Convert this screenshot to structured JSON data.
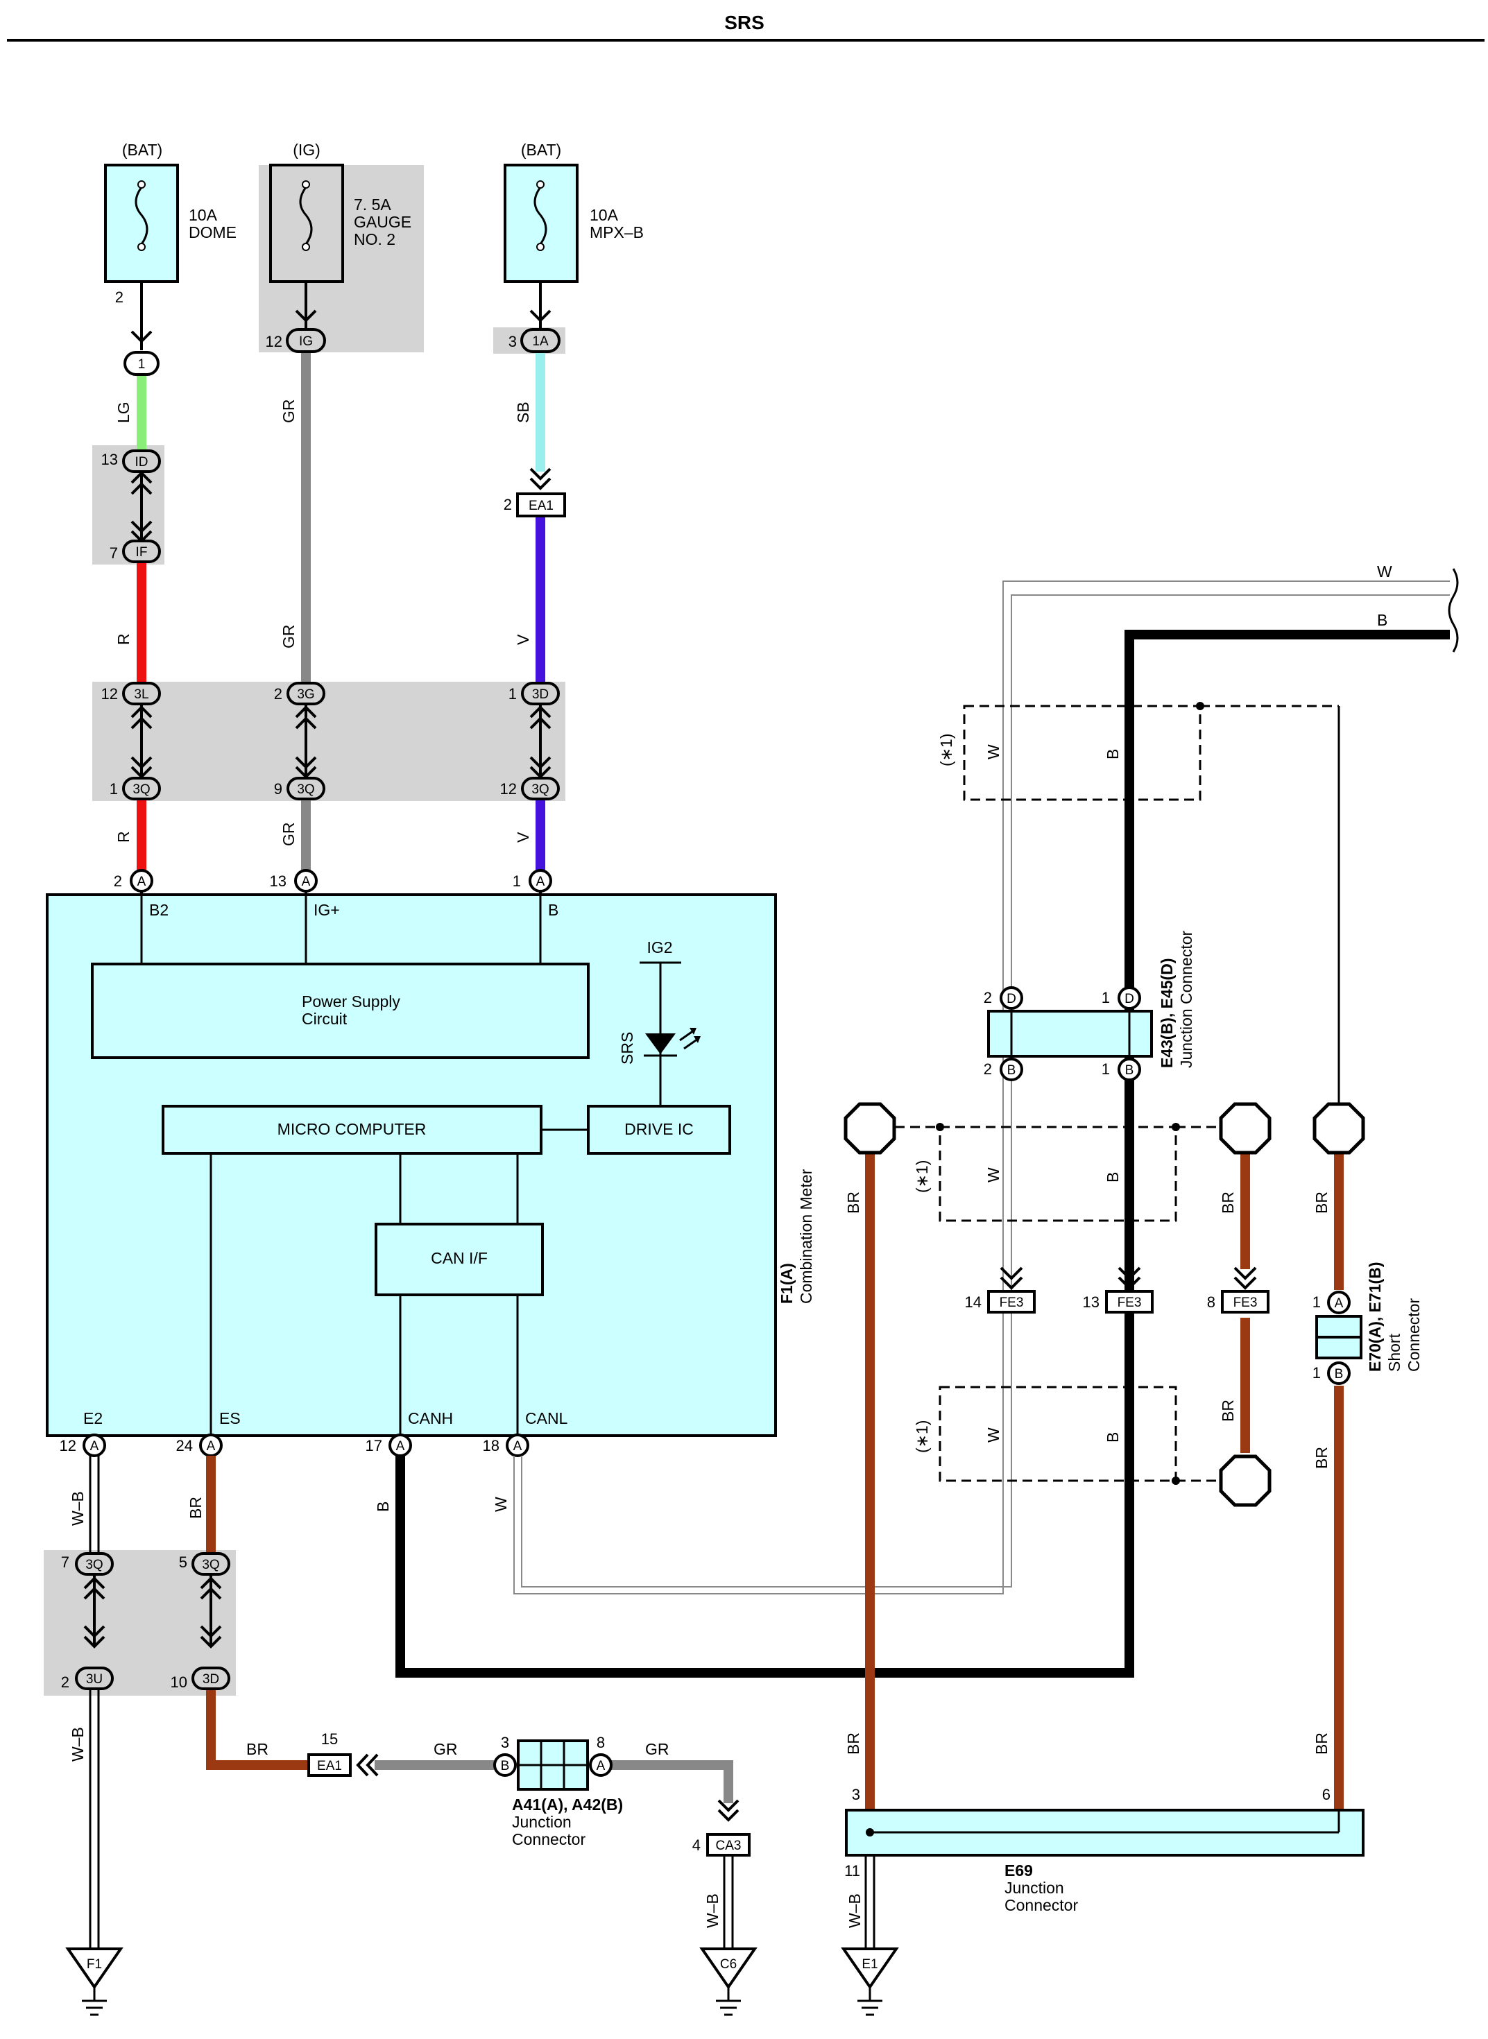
{
  "page": {
    "title": "SRS"
  },
  "fuses": [
    {
      "source": "(BAT)",
      "rating": "10A",
      "name": "DOME",
      "pin": "2"
    },
    {
      "source": "(IG)",
      "rating": "7. 5A",
      "name": "GAUGE",
      "name2": "NO. 2",
      "pin": "12",
      "conn": "IG"
    },
    {
      "source": "(BAT)",
      "rating": "10A",
      "name": "MPX–B",
      "pin": "3",
      "conn": "1A"
    }
  ],
  "connectors": {
    "c1": "1",
    "ID": "ID",
    "IF": "IF",
    "EA1": "EA1",
    "3L": "3L",
    "3G": "3G",
    "3D": "3D",
    "3Q": "3Q",
    "3U": "3U",
    "A": "A",
    "B": "B",
    "D": "D",
    "FE3": "FE3",
    "CA3": "CA3"
  },
  "pins": {
    "id13": "13",
    "if7": "7",
    "ea1_2": "2",
    "p12": "12",
    "p2": "2",
    "p1": "1",
    "q1": "1",
    "q9": "9",
    "q12": "12",
    "a2": "2",
    "a13": "13",
    "a1": "1",
    "a12": "12",
    "a24": "24",
    "a17": "17",
    "a18": "18",
    "q7": "7",
    "q5": "5",
    "u2": "2",
    "d10": "10",
    "ea1_15": "15",
    "j3": "3",
    "j8": "8",
    "ca4": "4",
    "e69_3": "3",
    "e69_6": "6",
    "e69_11": "11",
    "jd2": "2",
    "jd1": "1",
    "jb2": "2",
    "jb1": "1",
    "fe14": "14",
    "fe13": "13",
    "fe8": "8",
    "sa1": "1",
    "sb1": "1"
  },
  "wires": {
    "LG": "LG",
    "GR": "GR",
    "SB": "SB",
    "R": "R",
    "V": "V",
    "WB": "W–B",
    "BR": "BR",
    "B": "B",
    "W": "W"
  },
  "ecu": {
    "terminals": {
      "B2": "B2",
      "IG+": "IG+",
      "B": "B",
      "E2": "E2",
      "ES": "ES",
      "CANH": "CANH",
      "CANL": "CANL"
    },
    "power_supply": "Power Supply",
    "power_supply2": "Circuit",
    "micro": "MICRO COMPUTER",
    "drive": "DRIVE IC",
    "can": "CAN I/F",
    "ig2": "IG2",
    "srs": "SRS",
    "id": "F1(A)",
    "name": "Combination Meter"
  },
  "junctions": {
    "a41": "A41(A), A42(B)",
    "a41_name": "Junction",
    "a41_name2": "Connector",
    "e43": "E43(B), E45(D)",
    "e43_name": "Junction Connector",
    "e70": "E70(A), E71(B)",
    "e70_name": "Short",
    "e70_name2": "Connector",
    "e69": "E69",
    "e69_name": "Junction",
    "e69_name2": "Connector"
  },
  "grounds": {
    "F1": "F1",
    "C6": "C6",
    "E1": "E1"
  },
  "notes": {
    "star1": "(∗1)"
  },
  "colors": {
    "LG": "#88ee77",
    "GR": "#888888",
    "SB": "#99eeee",
    "R": "#ee1111",
    "V": "#4411dd",
    "BR": "#9b3a12",
    "B": "#000000",
    "box": "#ccffff",
    "shade": "#d4d4d4"
  }
}
